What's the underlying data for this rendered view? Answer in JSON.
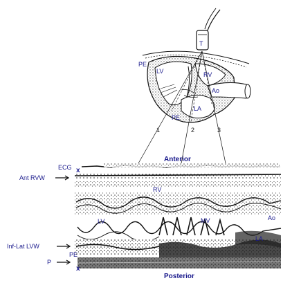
{
  "transducer": {
    "label": "T"
  },
  "heart_labels": {
    "pe_top": "PE",
    "lv": "LV",
    "rv": "RV",
    "ao": "Ao",
    "la": "LA",
    "pe_bottom": "PE"
  },
  "beams": [
    "1",
    "2",
    "3"
  ],
  "mmode": {
    "anterior": "Anterior",
    "posterior": "Posterior",
    "ecg": "ECG",
    "ant_rvw": "Ant RVW",
    "inf_lat_lvw": "Inf-Lat LVW",
    "p": "P",
    "pe": "PE",
    "rv": "RV",
    "lv": "LV",
    "mv": "MV",
    "ao": "Ao",
    "la": "LA"
  },
  "colors": {
    "label": "#1a1a8c",
    "ink": "#111111"
  }
}
